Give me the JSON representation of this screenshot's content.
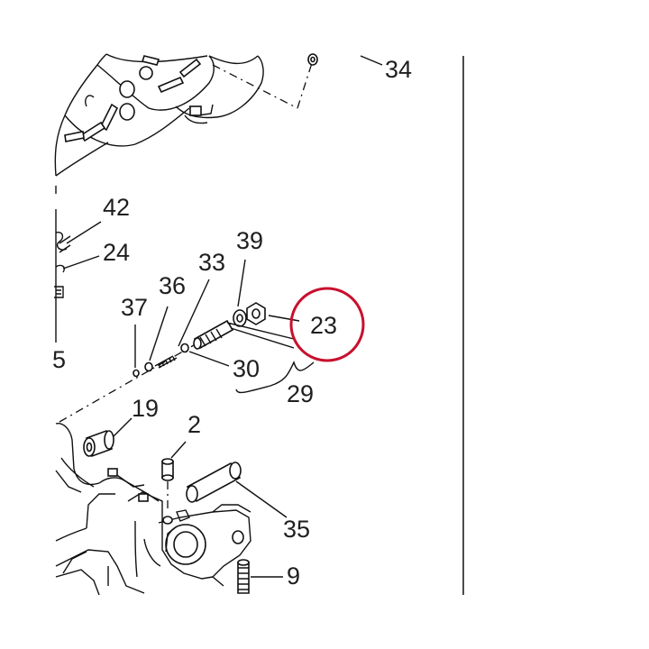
{
  "callouts": [
    "34",
    "42",
    "24",
    "39",
    "33",
    "36",
    "37",
    "23",
    "5",
    "30",
    "29",
    "19",
    "2",
    "35",
    "9"
  ],
  "highlight": {
    "target": "23",
    "color": "#c8102e"
  }
}
